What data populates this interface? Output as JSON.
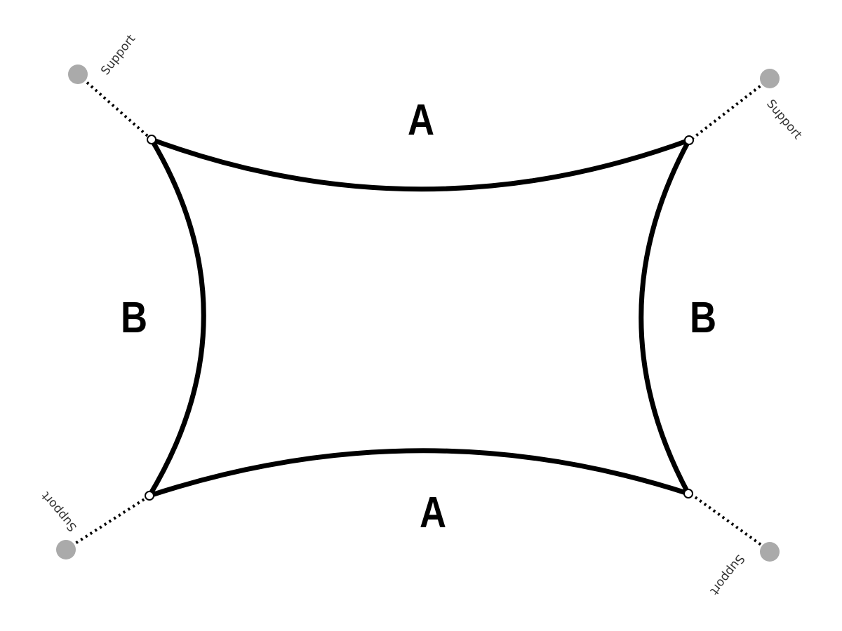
{
  "diagram": {
    "colors": {
      "outline": "#000000",
      "support_dot": "#aaaaaa",
      "rope": "#000000",
      "background": "#ffffff"
    },
    "side_labels": {
      "top": "A",
      "bottom": "A",
      "left": "B",
      "right": "B"
    },
    "supports": {
      "top_left": "Support",
      "top_right": "Support",
      "bottom_left": "Support",
      "bottom_right": "Support"
    }
  }
}
